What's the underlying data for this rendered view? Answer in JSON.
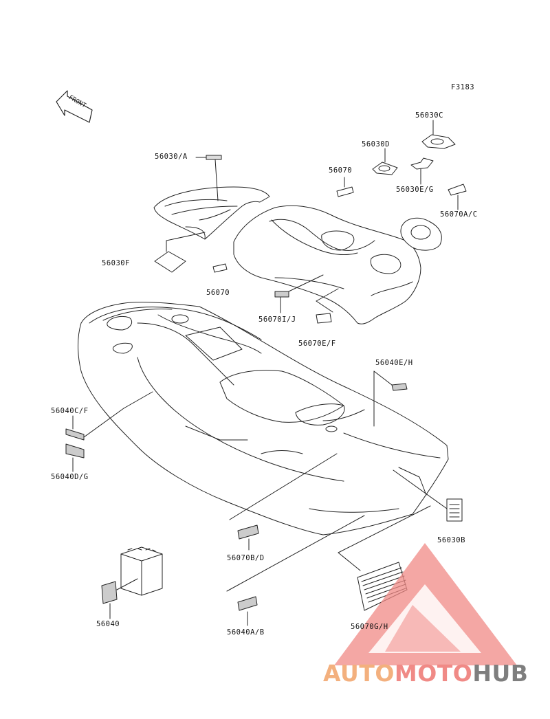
{
  "figure_id": "F3183",
  "front_arrow_text": "FRONT",
  "labels": {
    "l_56030_A": "56030/A",
    "l_56030F": "56030F",
    "l_56070_left": "56070",
    "l_56070I_J": "56070I/J",
    "l_56070E_F": "56070E/F",
    "l_56070_top": "56070",
    "l_56030D": "56030D",
    "l_56030C": "56030C",
    "l_56030E_G": "56030E/G",
    "l_56070A_C": "56070A/C",
    "l_56040E_H": "56040E/H",
    "l_56040C_F": "56040C/F",
    "l_56040D_G": "56040D/G",
    "l_56070B_D": "56070B/D",
    "l_56030B": "56030B",
    "l_56040": "56040",
    "l_56040A_B": "56040A/B",
    "l_56070G_H": "56070G/H"
  },
  "watermark": {
    "part1": "AUTO",
    "part2": "MOTO",
    "part3": "HUB"
  },
  "colors": {
    "line": "#222222",
    "watermark_triangle": "#f08a86",
    "watermark_orange": "#f3b07e",
    "watermark_gray": "#7e7e7e"
  }
}
